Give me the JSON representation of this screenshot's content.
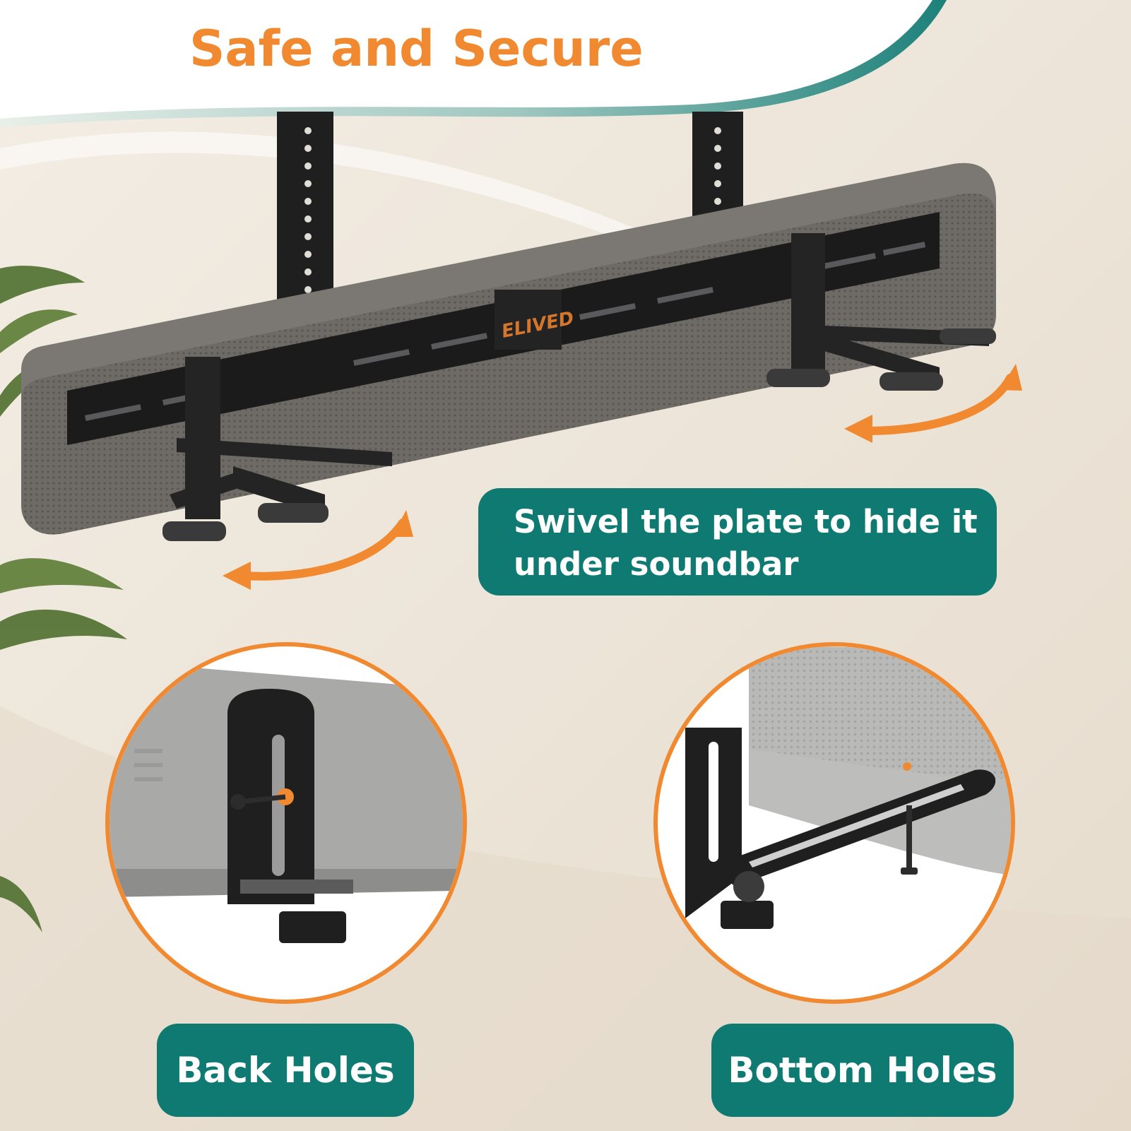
{
  "headline": "Safe and Secure",
  "brand_logo": "ELIVED",
  "callout": {
    "line1": "Swivel the plate to hide it",
    "line2": "under soundbar"
  },
  "labels": {
    "back_holes": "Back Holes",
    "bottom_holes": "Bottom Holes"
  },
  "colors": {
    "accent_orange": "#f0892f",
    "teal": "#0f7a72",
    "background": "#ebe3d7"
  },
  "icons": [
    "swivel-arrow-icon",
    "swivel-arrow-icon"
  ]
}
